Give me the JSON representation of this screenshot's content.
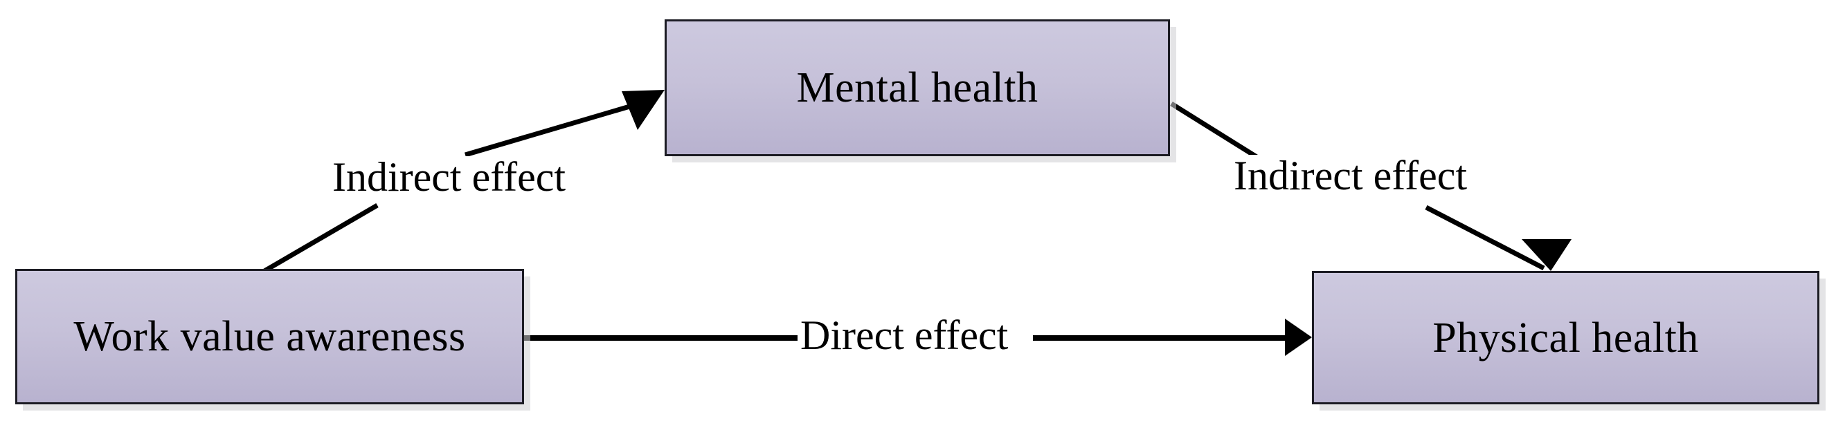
{
  "diagram": {
    "type": "mediation-model",
    "background_color": "#ffffff",
    "node_fill_color": "#c6c1d9",
    "node_border_color": "#1c1c24",
    "edge_color": "#000000",
    "nodes": [
      {
        "id": "work-value-awareness",
        "label": "Work value awareness"
      },
      {
        "id": "mental-health",
        "label": "Mental health"
      },
      {
        "id": "physical-health",
        "label": "Physical health"
      }
    ],
    "edges": [
      {
        "id": "wva-to-mental",
        "label": "Indirect effect",
        "from": "work-value-awareness",
        "to": "mental-health"
      },
      {
        "id": "mental-to-physical",
        "label": "Indirect effect",
        "from": "mental-health",
        "to": "physical-health"
      },
      {
        "id": "wva-to-physical",
        "label": "Direct effect",
        "from": "work-value-awareness",
        "to": "physical-health"
      }
    ]
  }
}
